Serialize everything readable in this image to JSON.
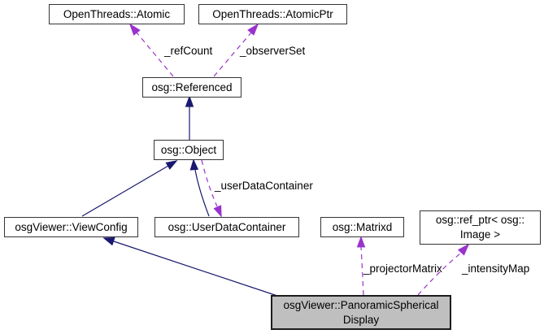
{
  "diagram": {
    "type": "class-collaboration-graph",
    "nodes": {
      "atomic": {
        "label": "OpenThreads::Atomic"
      },
      "atomic_ptr": {
        "label": "OpenThreads::AtomicPtr"
      },
      "referenced": {
        "label": "osg::Referenced"
      },
      "object": {
        "label": "osg::Object"
      },
      "view_config": {
        "label": "osgViewer::ViewConfig"
      },
      "user_data_container": {
        "label": "osg::UserDataContainer"
      },
      "matrixd": {
        "label": "osg::Matrixd"
      },
      "ref_ptr_image": {
        "label": "osg::ref_ptr< osg::\nImage >"
      },
      "panoramic_spherical_display": {
        "label": "osgViewer::PanoramicSpherical\nDisplay",
        "highlighted": true
      }
    },
    "edge_labels": {
      "ref_count": "_refCount",
      "observer_set": "_observerSet",
      "user_data_container": "_userDataContainer",
      "projector_matrix": "_projectorMatrix",
      "intensity_map": "_intensityMap"
    },
    "colors": {
      "inheritance_arrow": "#191970",
      "usage_arrow": "#9a32cd",
      "node_border": "#353535",
      "highlight_fill": "#bfbfbf",
      "background": "#ffffff",
      "text": "#000000"
    }
  }
}
